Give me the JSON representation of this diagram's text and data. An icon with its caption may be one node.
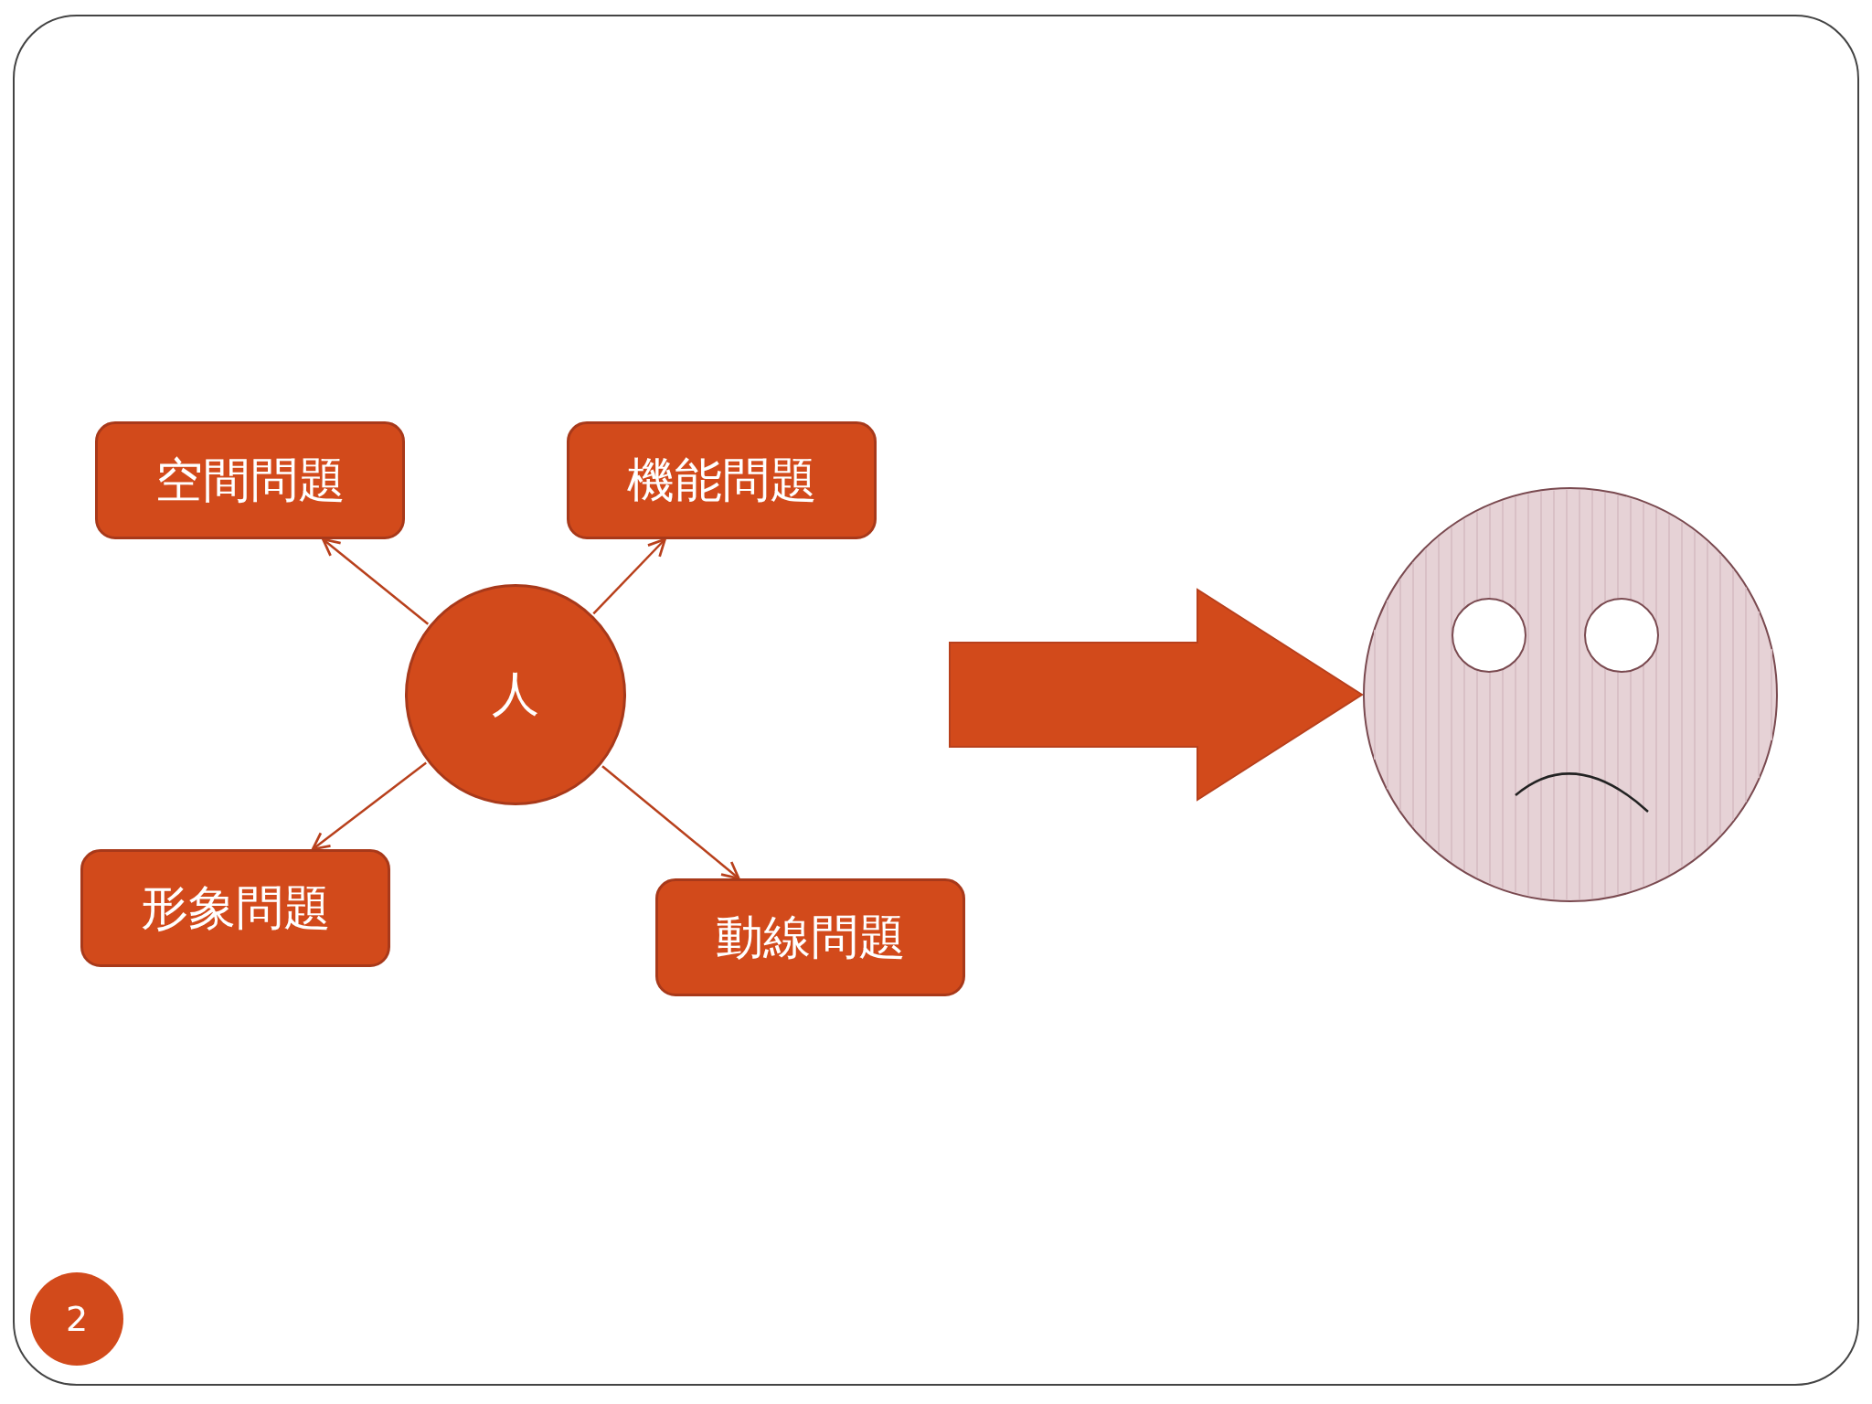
{
  "diagram": {
    "nodes": [
      {
        "text": [
          "人"
        ]
      },
      {
        "text": [
          "空間問題"
        ]
      },
      {
        "text": [
          "機能問題"
        ]
      },
      {
        "text": [
          "形象問題"
        ]
      },
      {
        "text": [
          "動線問題"
        ]
      },
      {
        "text": [],
        "shape": "picture"
      }
    ],
    "edges": [
      {
        "from": 0,
        "to": 1,
        "arrow": "to"
      },
      {
        "from": 0,
        "to": 2,
        "arrow": "to"
      },
      {
        "from": 0,
        "to": 3,
        "arrow": "to"
      },
      {
        "from": 0,
        "to": 4,
        "arrow": "to"
      },
      {
        "from": null,
        "to": 5,
        "arrow": "to",
        "style": "thick"
      }
    ],
    "labels": [
      "2"
    ]
  }
}
